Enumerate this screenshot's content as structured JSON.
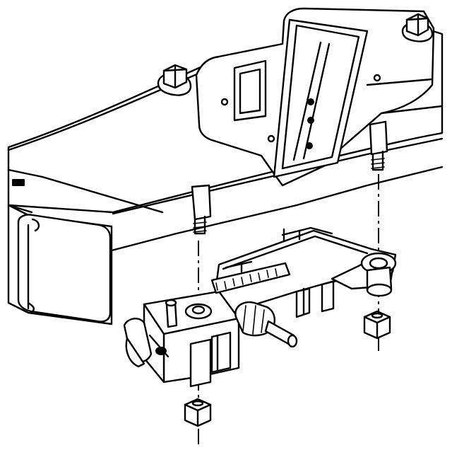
{
  "colors": {
    "line": "#000000",
    "background": "#ffffff"
  },
  "parts": [
    {
      "name": "frame-rail",
      "icon": "frame-rail-icon"
    },
    {
      "name": "frame-crossmember",
      "icon": "crossmember-icon"
    },
    {
      "name": "steering-damper-bracket",
      "icon": "bracket-icon"
    },
    {
      "name": "mounting-bolt-left",
      "icon": "bolt-icon"
    },
    {
      "name": "mounting-bolt-right",
      "icon": "bolt-icon"
    },
    {
      "name": "lower-nut-left",
      "icon": "hex-nut-icon"
    },
    {
      "name": "lower-nut-right",
      "icon": "hex-nut-icon"
    },
    {
      "name": "upper-frame-nut-left",
      "icon": "hex-nut-icon"
    },
    {
      "name": "upper-frame-nut-right",
      "icon": "hex-nut-icon"
    },
    {
      "name": "steering-linkage",
      "icon": "linkage-icon"
    }
  ]
}
